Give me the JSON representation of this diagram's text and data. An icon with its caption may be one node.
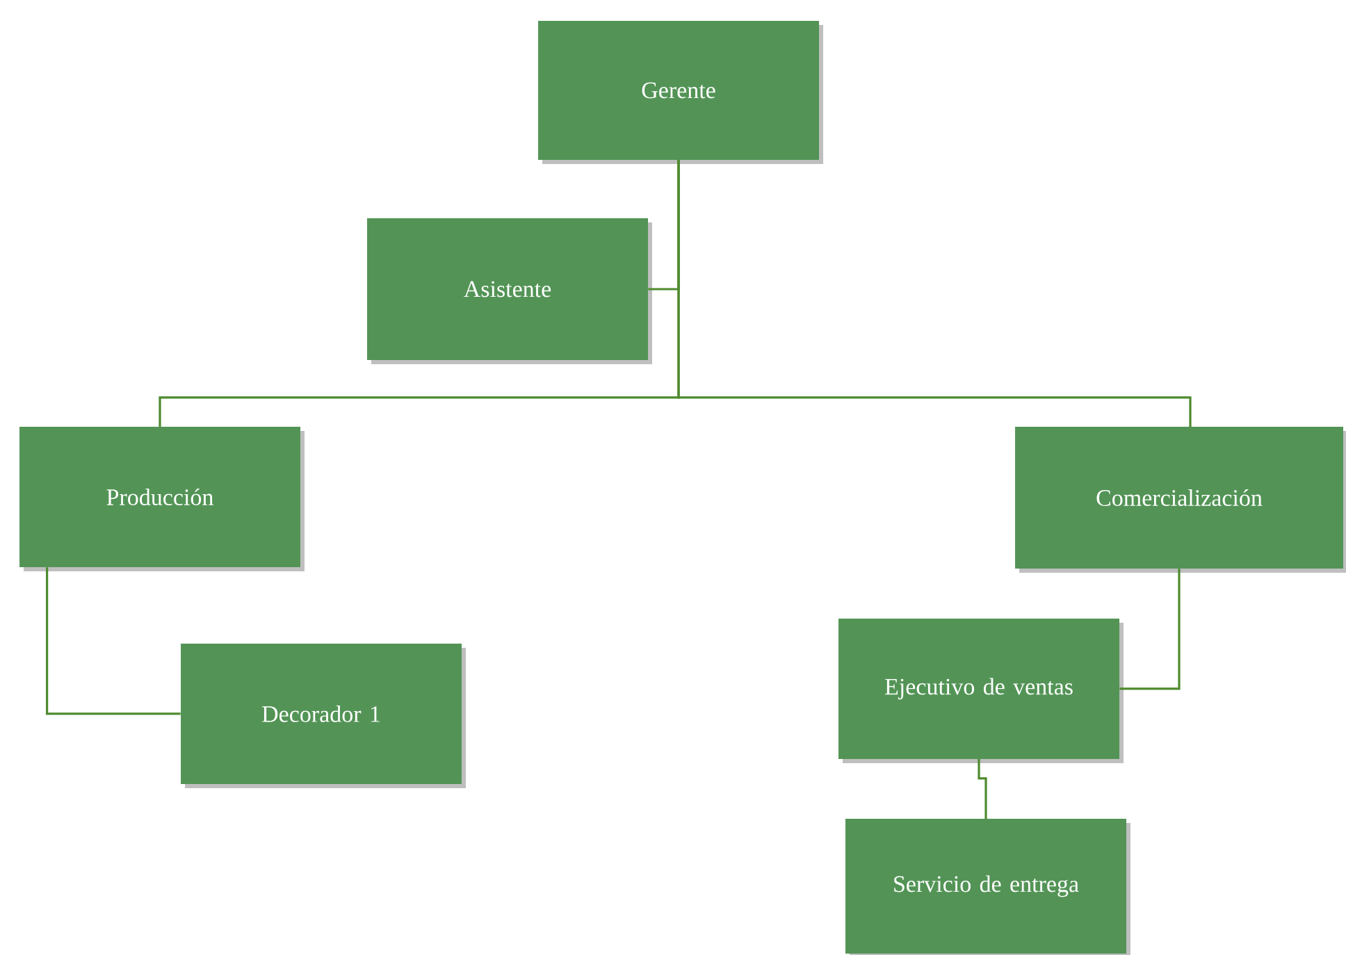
{
  "diagram": {
    "nodes": [
      {
        "text": [
          "Gerente"
        ]
      },
      {
        "text": [
          "Asistente"
        ]
      },
      {
        "text": [
          "Producción"
        ]
      },
      {
        "text": [
          "Comercialización"
        ]
      },
      {
        "text": [
          "Decorador 1"
        ]
      },
      {
        "text": [
          "Ejecutivo de ventas"
        ]
      },
      {
        "text": [
          "Servicio de entrega"
        ]
      }
    ],
    "edges": [
      {
        "from": 0,
        "to": 1,
        "arrow": "none"
      },
      {
        "from": 0,
        "to": 2,
        "arrow": "none"
      },
      {
        "from": 0,
        "to": 3,
        "arrow": "none"
      },
      {
        "from": 2,
        "to": 4,
        "arrow": "none"
      },
      {
        "from": 3,
        "to": 5,
        "arrow": "none"
      },
      {
        "from": 5,
        "to": 6,
        "arrow": "none"
      }
    ]
  }
}
